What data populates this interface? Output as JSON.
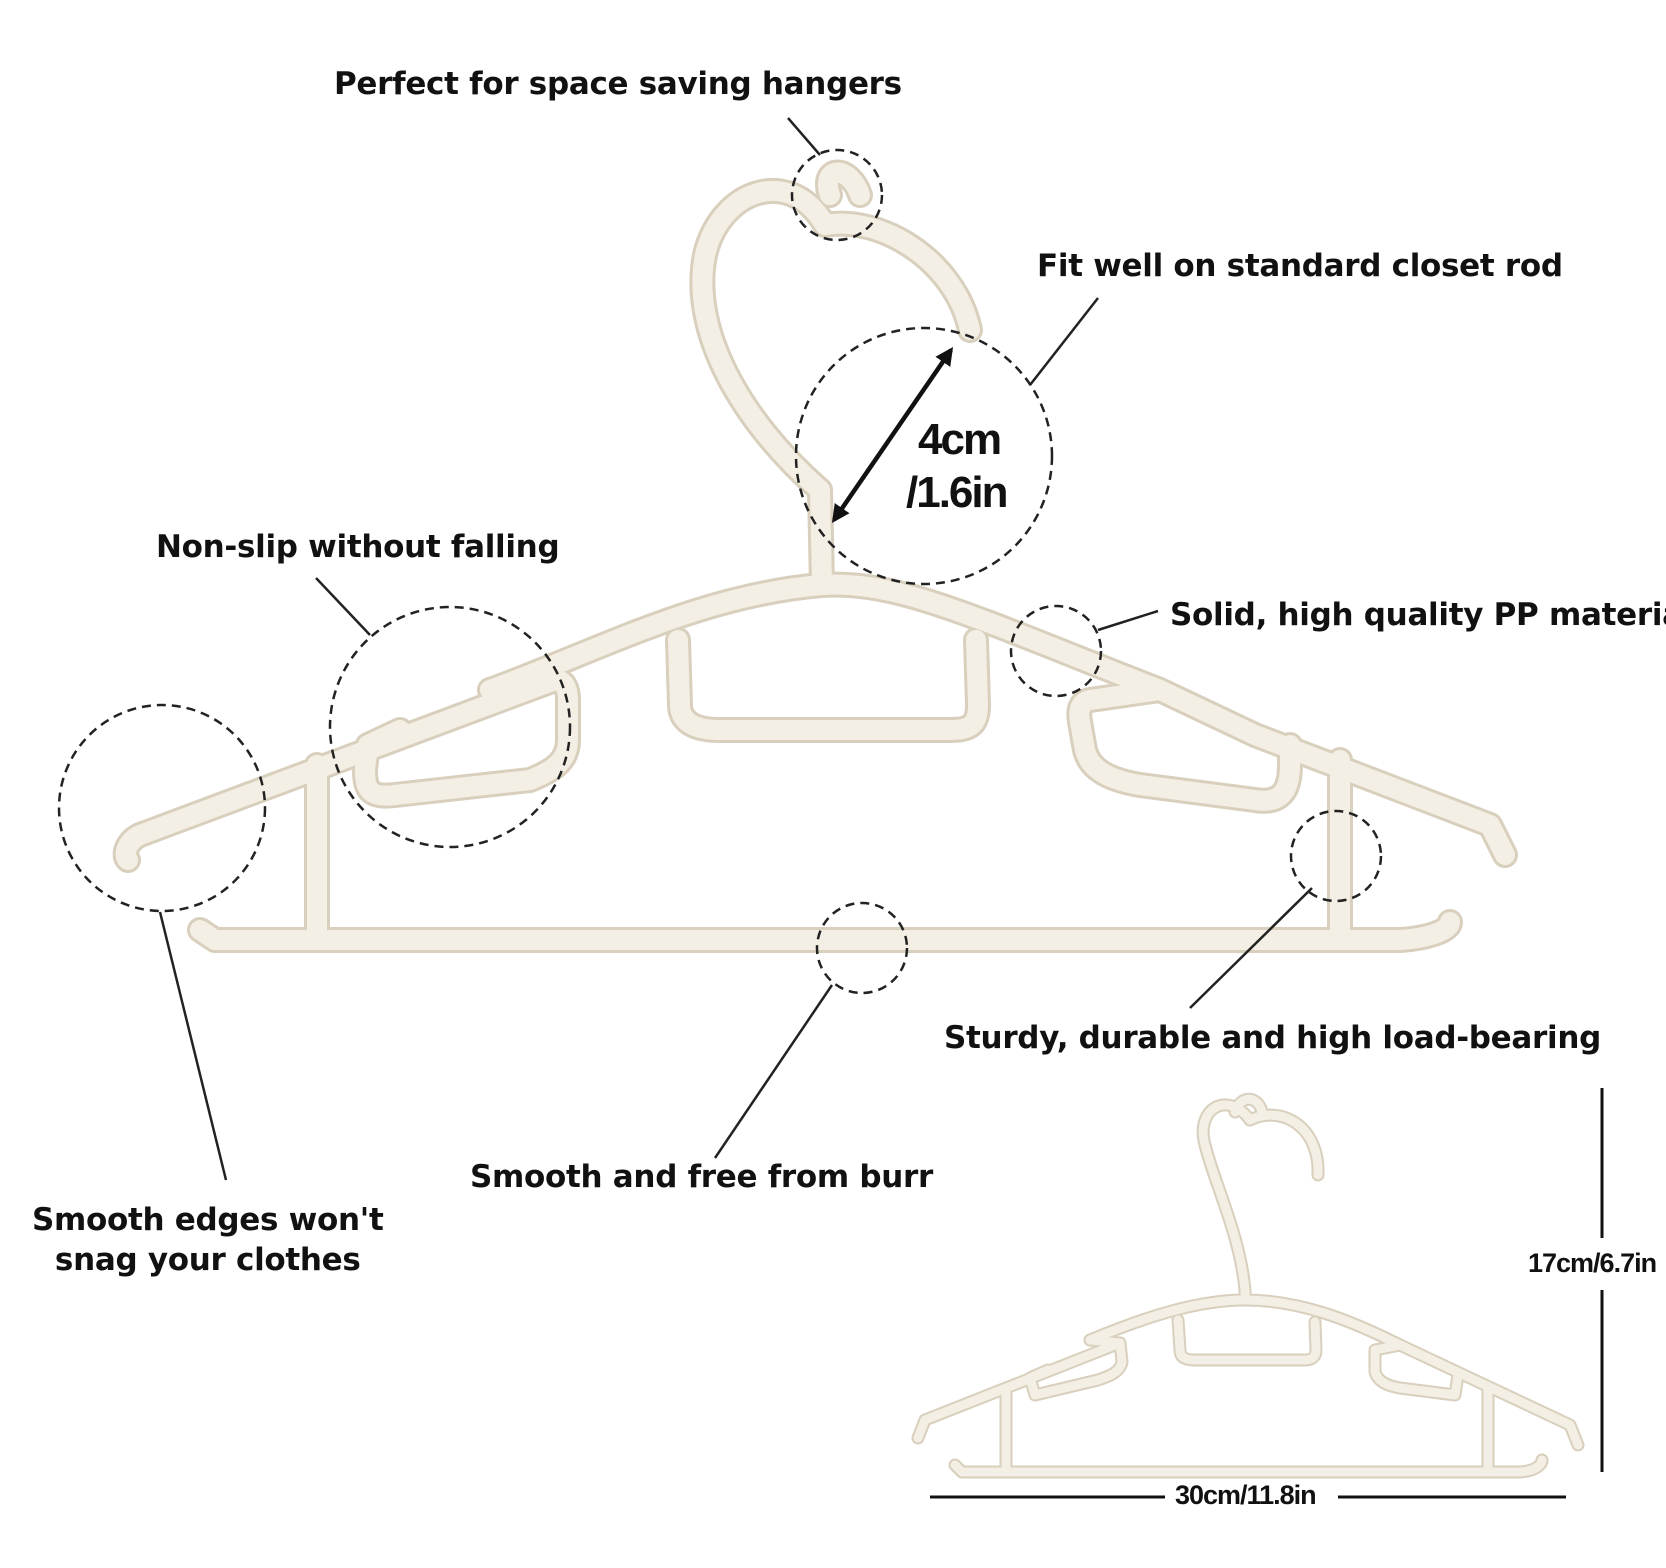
{
  "labels": {
    "space_saving": "Perfect for space saving hangers",
    "closet_rod": "Fit well on standard closet rod",
    "non_slip": "Non-slip without falling",
    "pp_material": "Solid, high quality PP material",
    "sturdy": "Sturdy, durable and high load-bearing",
    "smooth_burr": "Smooth and free from burr",
    "smooth_edges_line1": "Smooth edges won't",
    "smooth_edges_line2": "snag your clothes"
  },
  "hook_opening": {
    "metric": "4cm",
    "imperial": "/1.6in"
  },
  "dimensions": {
    "height": "17cm/6.7in",
    "width": "30cm/11.8in"
  },
  "colors": {
    "hanger": "#f4efe4",
    "hanger_outline": "#d9cfbd",
    "ink": "#111111"
  }
}
